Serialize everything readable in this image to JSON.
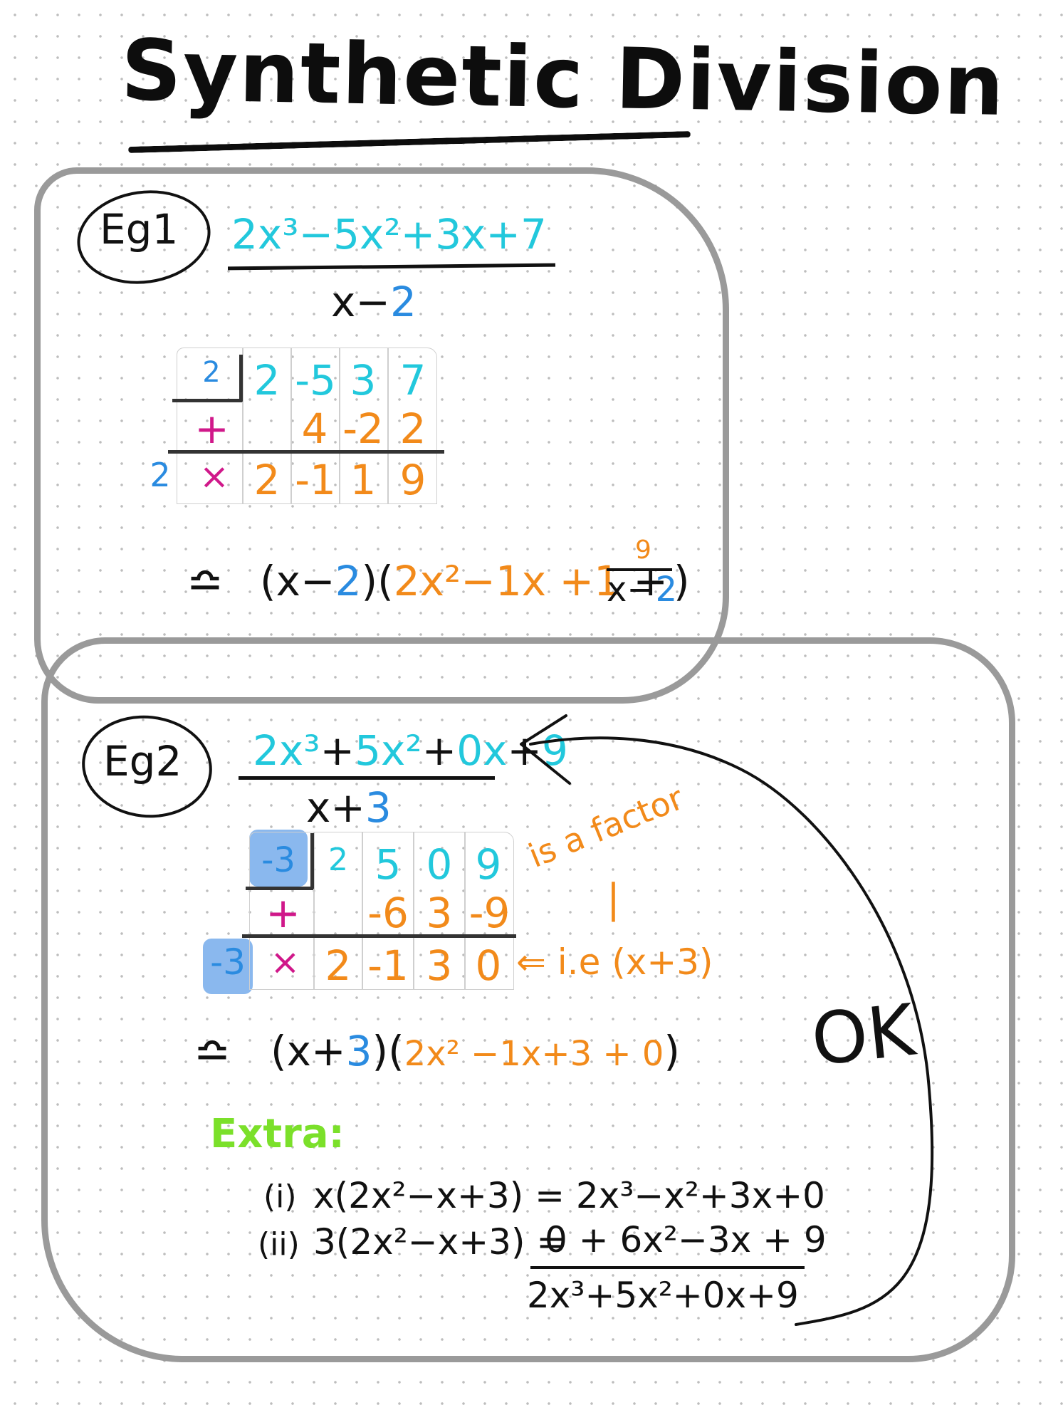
{
  "title": "Synthetic Division",
  "example1": {
    "label": "Eg1",
    "numerator": {
      "t1": "2x³",
      "op1": "−",
      "t2": "5x²",
      "op2": "+",
      "t3": "3x",
      "op3": "+",
      "t4": "7"
    },
    "denominator": {
      "var": "x",
      "op": "−",
      "num": "2"
    },
    "table": {
      "divisor": "2",
      "row1": [
        "2",
        "-5",
        "3",
        "7"
      ],
      "row2_op": "+",
      "row2": [
        "",
        "4",
        "-2",
        "2"
      ],
      "row3_left": "2",
      "row3_op": "×",
      "row3": [
        "2",
        "-1",
        "1",
        "9"
      ]
    },
    "result": {
      "approx": "≏",
      "factor": "(x−",
      "factor_num": "2",
      "close": ")(",
      "q1": "2x²",
      "q2": "−1x",
      "q3": "+1",
      "plus": "+",
      "rem_num": "9",
      "rem_den": "x−",
      "rem_den_num": "2",
      "end": ")"
    }
  },
  "example2": {
    "label": "Eg2",
    "numerator": {
      "t1": "2x³",
      "op1": "+",
      "t2": "5x²",
      "op2": "+",
      "t3": "0x",
      "op3": "+",
      "t4": "9"
    },
    "denominator": {
      "var": "x+",
      "num": "3"
    },
    "table": {
      "divisor": "-3",
      "row1": [
        "2",
        "5",
        "0",
        "9"
      ],
      "row2_op": "+",
      "row2": [
        "",
        "-6",
        "3",
        "-9"
      ],
      "row3_left": "-3",
      "row3_op": "×",
      "row3": [
        "2",
        "-1",
        "3",
        "0"
      ]
    },
    "note_factor": "is a factor",
    "note_arrow": "⇐ i.e (x+3)",
    "result": {
      "approx": "≏",
      "factor": "(x+",
      "factor_num": "3",
      "close": ")(",
      "q": "2x² −1x+3 + 0",
      "end": ")"
    },
    "extra_label": "Extra:",
    "line1_num": "(i)",
    "line1": "x(2x²−x+3) = 2x³−x²+3x+0",
    "line2_num": "(ii)",
    "line2_left": "3(2x²−x+3) =",
    "line2_right": "0 + 6x²−3x + 9",
    "sum": "2x³+5x²+0x+9",
    "ok": "OK"
  }
}
